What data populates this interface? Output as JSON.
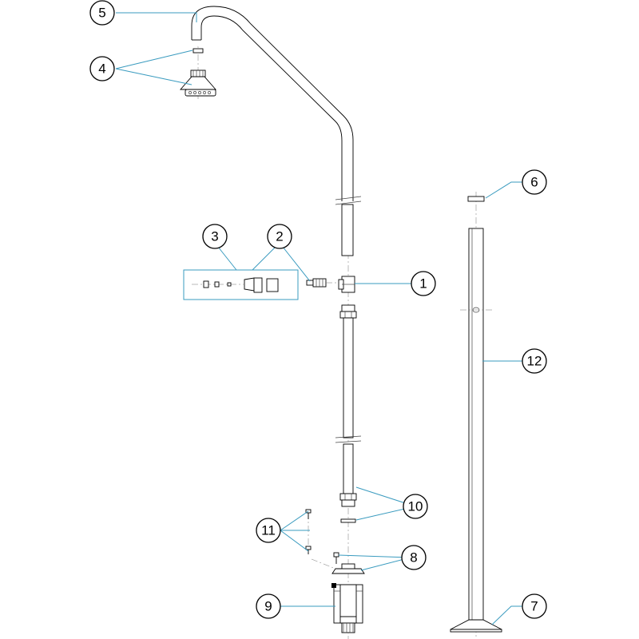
{
  "diagram": {
    "callouts": [
      {
        "id": "c1",
        "label": "1"
      },
      {
        "id": "c2",
        "label": "2"
      },
      {
        "id": "c3",
        "label": "3"
      },
      {
        "id": "c4",
        "label": "4"
      },
      {
        "id": "c5",
        "label": "5"
      },
      {
        "id": "c6",
        "label": "6"
      },
      {
        "id": "c7",
        "label": "7"
      },
      {
        "id": "c8",
        "label": "8"
      },
      {
        "id": "c9",
        "label": "9"
      },
      {
        "id": "c10",
        "label": "10"
      },
      {
        "id": "c11",
        "label": "11"
      },
      {
        "id": "c12",
        "label": "12"
      }
    ],
    "leader_color": "#3a9bbf",
    "line_color": "#000000"
  }
}
